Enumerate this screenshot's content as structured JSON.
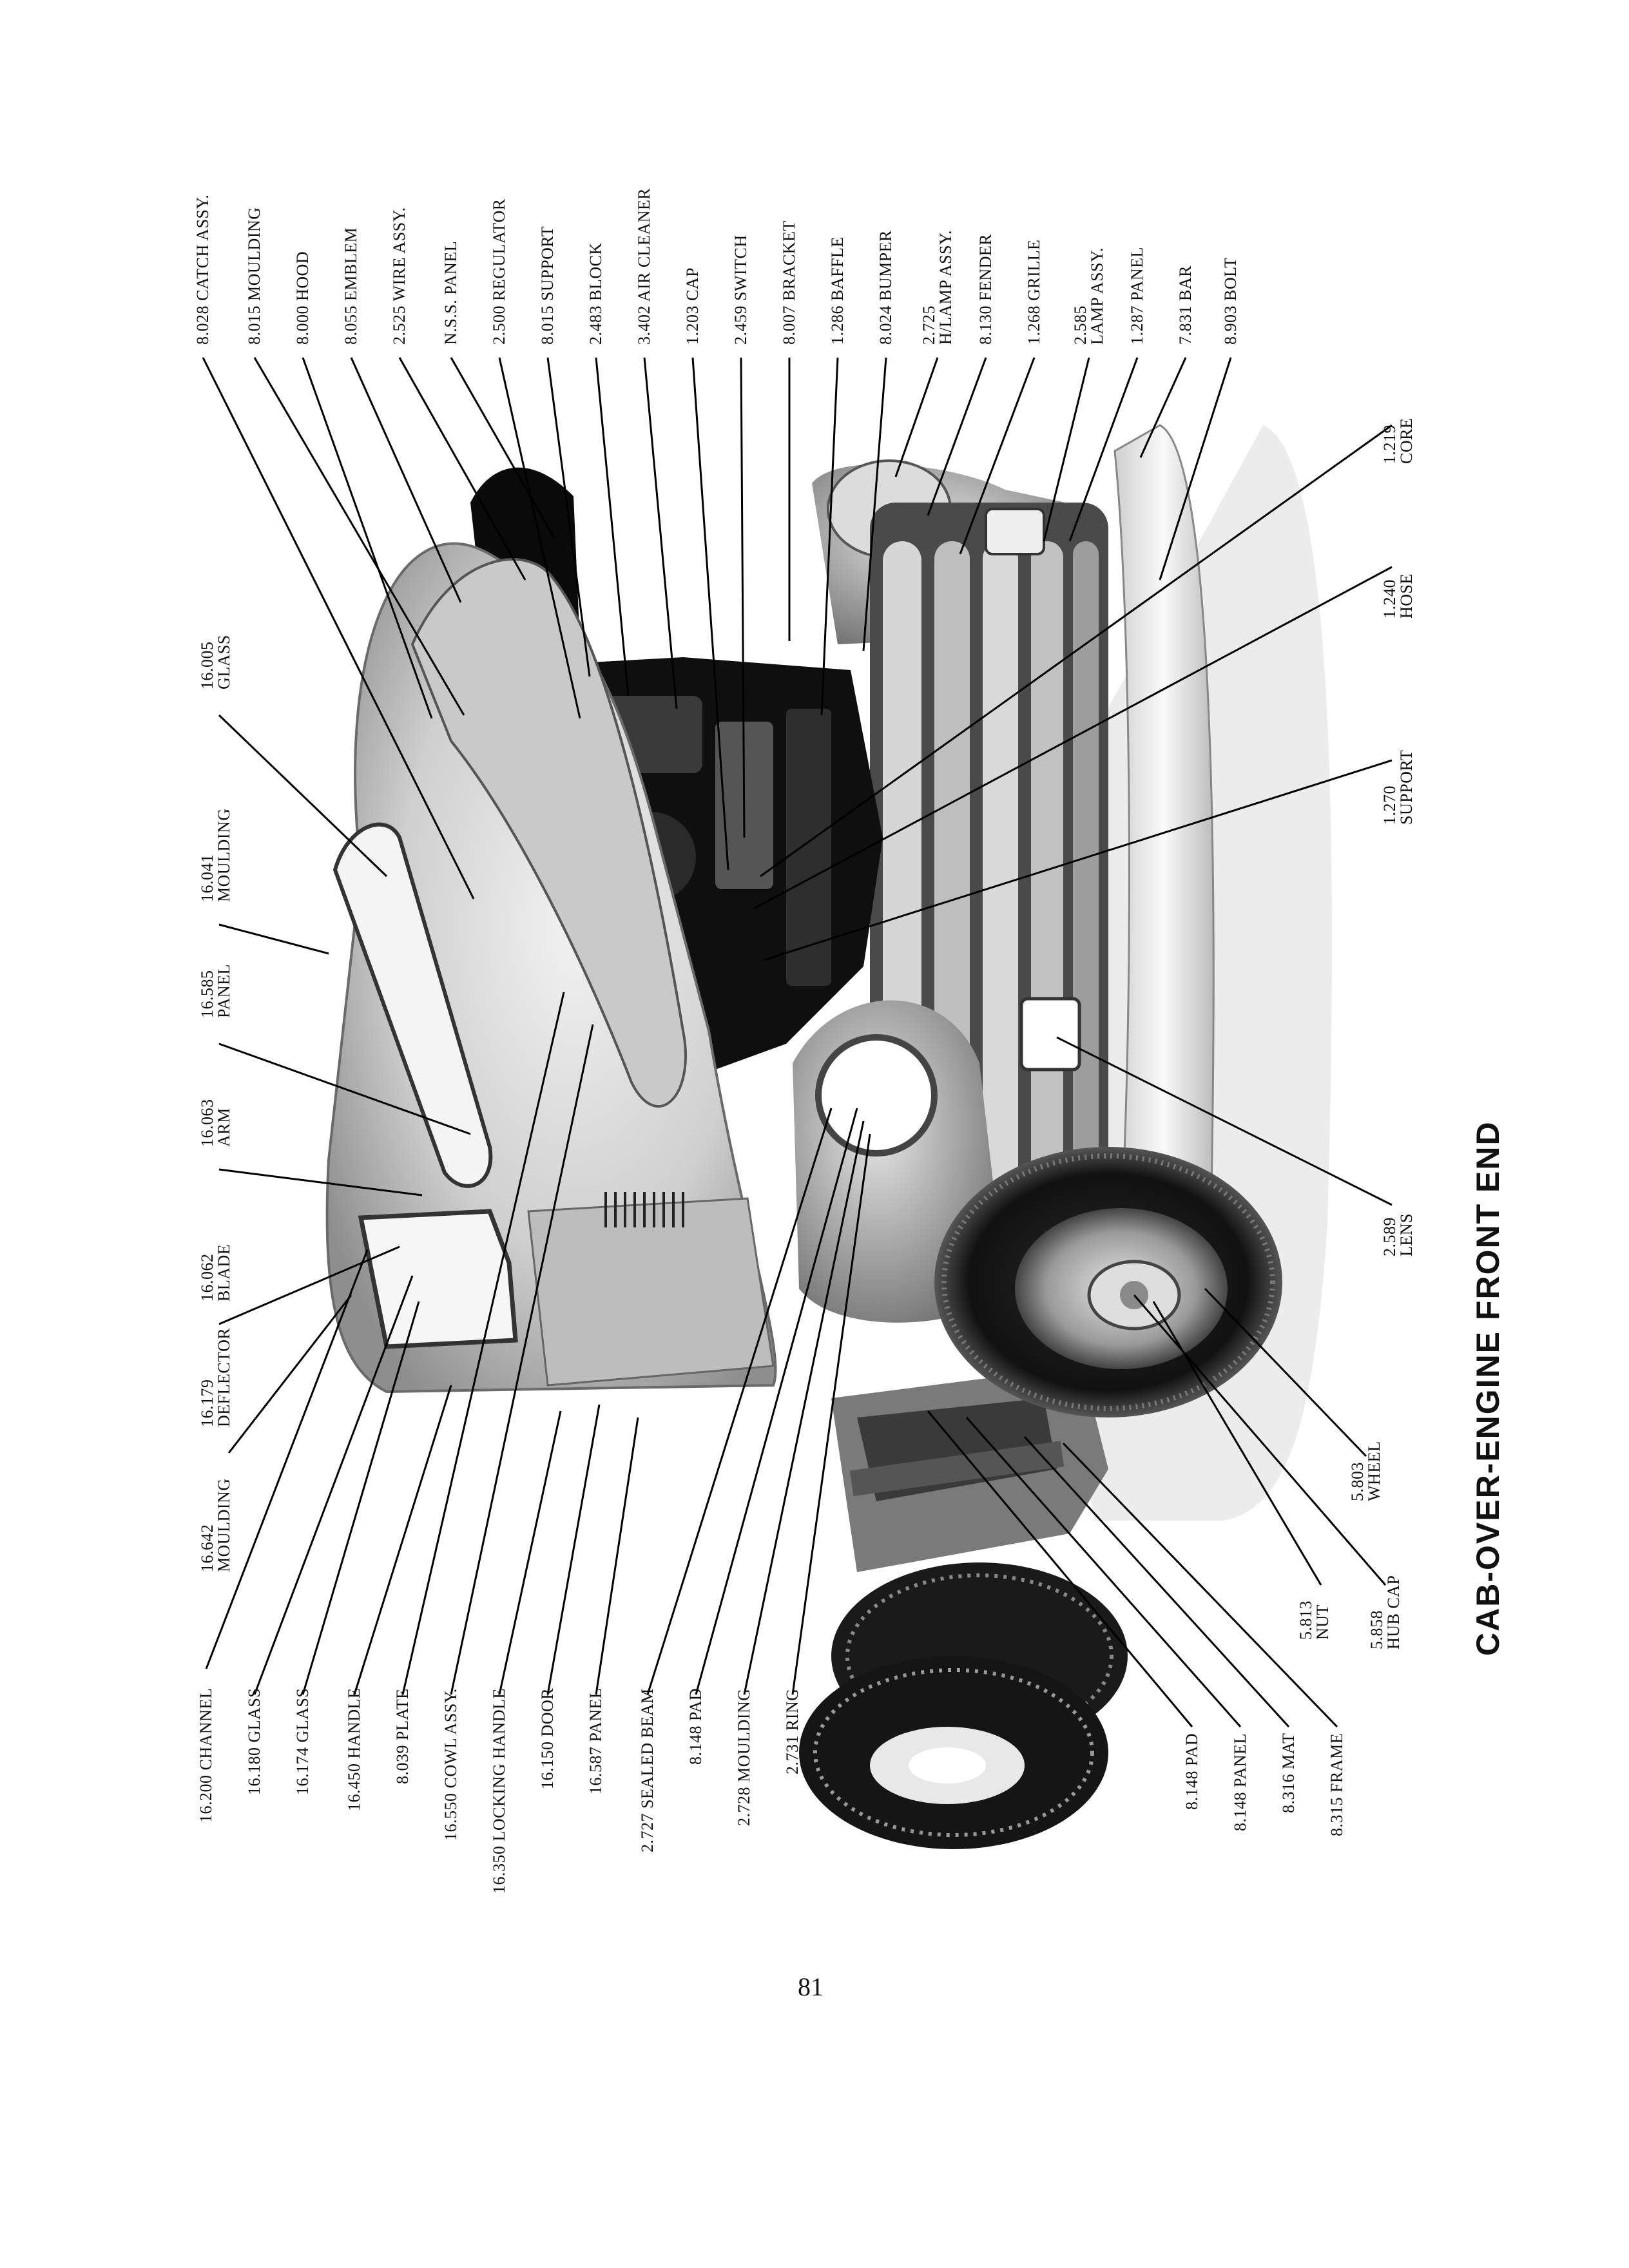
{
  "page": {
    "title": "CAB-OVER-ENGINE FRONT END",
    "page_number": "81"
  },
  "top_labels": [
    {
      "text": "8.028 CATCH ASSY."
    },
    {
      "text": "8.015 MOULDING"
    },
    {
      "text": "8.000 HOOD"
    },
    {
      "text": "8.055 EMBLEM"
    },
    {
      "text": "2.525 WIRE ASSY."
    },
    {
      "text": "N.S.S. PANEL"
    },
    {
      "text": "2.500 REGULATOR"
    },
    {
      "text": "8.015 SUPPORT"
    },
    {
      "text": "2.483 BLOCK"
    },
    {
      "text": "3.402 AIR CLEANER"
    },
    {
      "text": "1.203 CAP"
    },
    {
      "text": "2.459 SWITCH"
    },
    {
      "text": "8.007 BRACKET"
    },
    {
      "text": "1.286 BAFFLE"
    },
    {
      "text": "8.024 BUMPER"
    },
    {
      "text": "2.725",
      "text2": "H/LAMP ASSY."
    },
    {
      "text": "8.130 FENDER"
    },
    {
      "text": "1.268 GRILLE"
    },
    {
      "text": "2.585",
      "text2": "LAMP ASSY."
    },
    {
      "text": "1.287 PANEL"
    },
    {
      "text": "7.831 BAR"
    },
    {
      "text": "8.903 BOLT"
    }
  ],
  "mid_labels": [
    {
      "text": "16.005",
      "text2": "GLASS"
    },
    {
      "text": "16.041",
      "text2": "MOULDING"
    },
    {
      "text": "16.585",
      "text2": "PANEL"
    },
    {
      "text": "16.063",
      "text2": "ARM"
    },
    {
      "text": "16.062",
      "text2": "BLADE"
    },
    {
      "text": "16.179",
      "text2": "DEFLECTOR"
    },
    {
      "text": "16.642",
      "text2": "MOULDING"
    }
  ],
  "right_labels": [
    {
      "text": "1.219",
      "text2": "CORE"
    },
    {
      "text": "1.240",
      "text2": "HOSE"
    },
    {
      "text": "1.270",
      "text2": "SUPPORT"
    },
    {
      "text": "2.589",
      "text2": "LENS"
    },
    {
      "text": "5.803",
      "text2": "WHEEL"
    },
    {
      "text": "5.813",
      "text2": "NUT"
    },
    {
      "text": "5.858",
      "text2": "HUB CAP"
    }
  ],
  "bottom_labels": [
    {
      "text": "16.200 CHANNEL"
    },
    {
      "text": "16.180 GLASS"
    },
    {
      "text": "16.174 GLASS"
    },
    {
      "text": "16.450 HANDLE"
    },
    {
      "text": "8.039 PLATE"
    },
    {
      "text": "16.550 COWL ASSY."
    },
    {
      "text": "16.350 LOCKING HANDLE"
    },
    {
      "text": "16.150 DOOR"
    },
    {
      "text": "16.587 PANEL"
    },
    {
      "text": "2.727 SEALED BEAM"
    },
    {
      "text": "8.148 PAD"
    },
    {
      "text": "2.728 MOULDING"
    },
    {
      "text": "2.731 RING"
    }
  ],
  "bottom_right_labels": [
    {
      "text": "8.148 PAD"
    },
    {
      "text": "8.148 PANEL"
    },
    {
      "text": "8.316 MAT"
    },
    {
      "text": "8.315 FRAME"
    }
  ]
}
